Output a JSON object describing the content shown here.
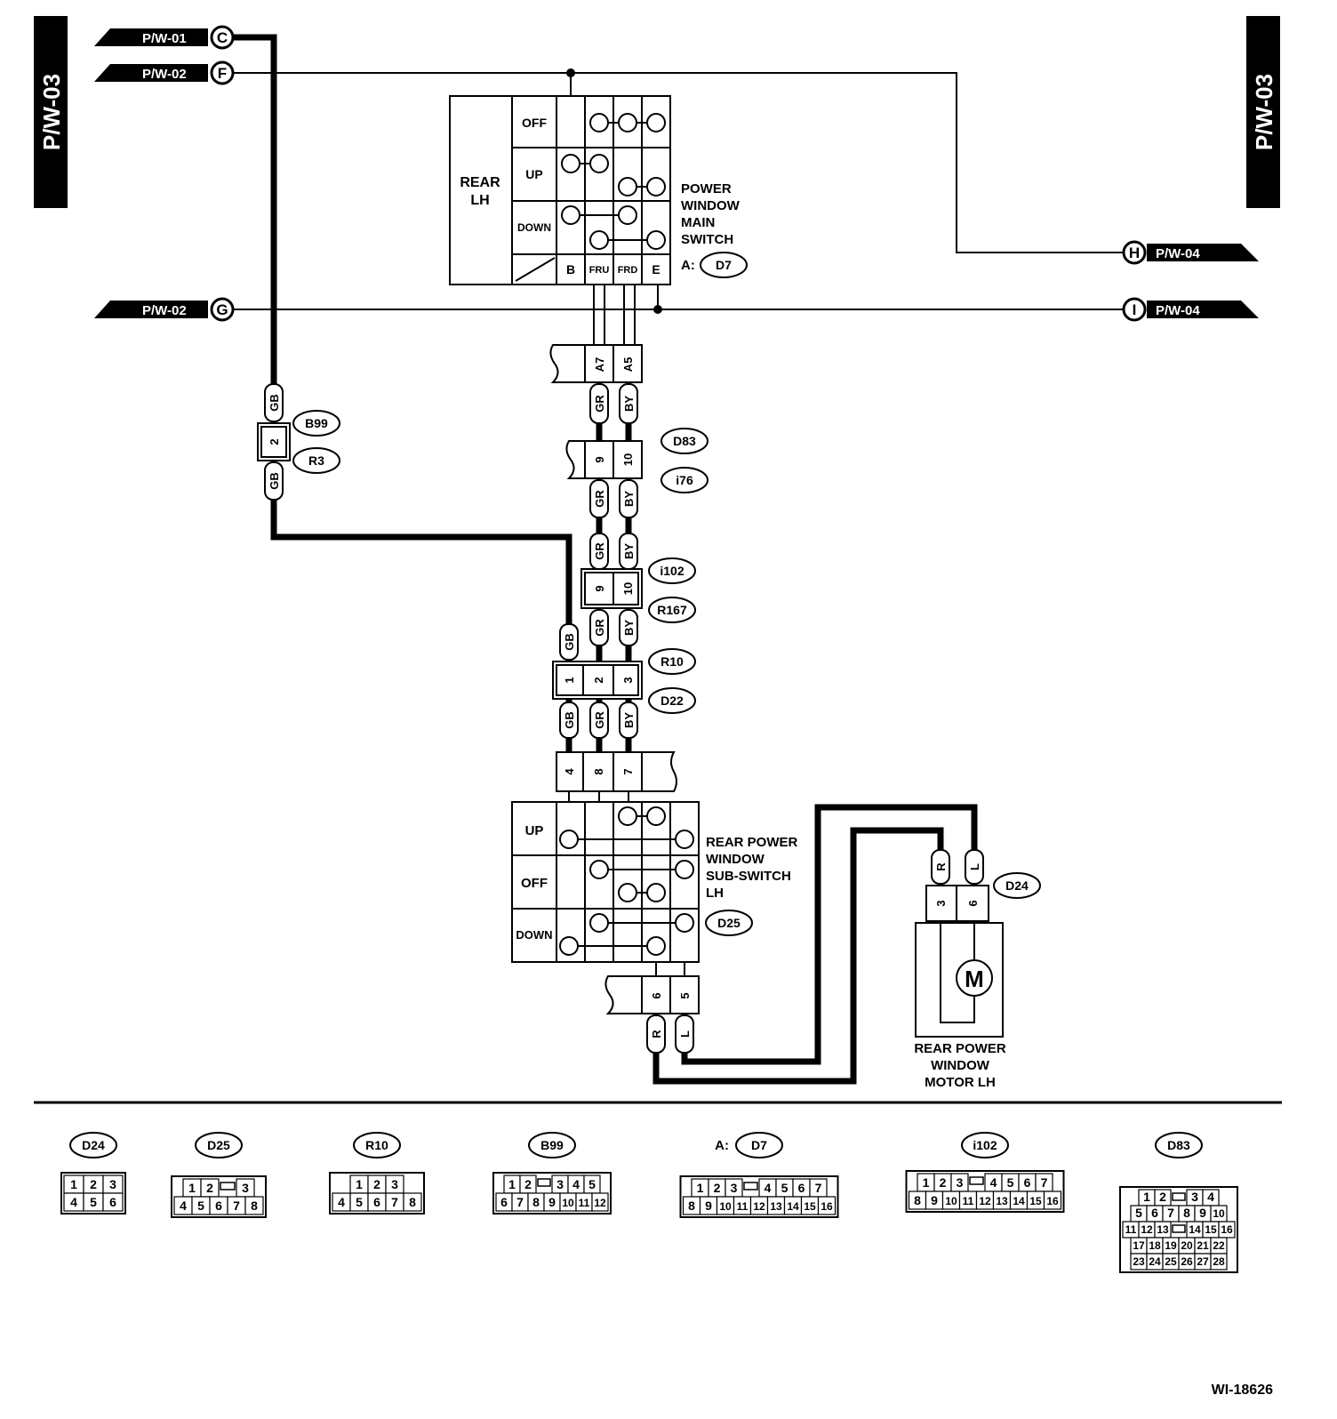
{
  "page": {
    "tab_left": "P/W-03",
    "tab_right": "P/W-03",
    "figure_id": "WI-18626"
  },
  "refs": {
    "c": {
      "code": "P/W-01",
      "letter": "C"
    },
    "f": {
      "code": "P/W-02",
      "letter": "F"
    },
    "g": {
      "code": "P/W-02",
      "letter": "G"
    },
    "h": {
      "code": "P/W-04",
      "letter": "H"
    },
    "i": {
      "code": "P/W-04",
      "letter": "I"
    }
  },
  "main_switch": {
    "side_label_1": "REAR",
    "side_label_2": "LH",
    "positions": [
      "OFF",
      "UP",
      "DOWN"
    ],
    "terminals": [
      "B",
      "FRU",
      "FRD",
      "E"
    ],
    "title_lines": [
      "POWER",
      "WINDOW",
      "MAIN",
      "SWITCH"
    ],
    "conn_prefix": "A:",
    "connector": "D7"
  },
  "sub_switch": {
    "positions": [
      "UP",
      "OFF",
      "DOWN"
    ],
    "title_lines": [
      "REAR POWER",
      "WINDOW",
      "SUB-SWITCH",
      "LH"
    ],
    "connector": "D25"
  },
  "motor": {
    "symbol": "M",
    "title_lines": [
      "REAR POWER",
      "WINDOW",
      "MOTOR LH"
    ],
    "connector": "D24",
    "pins": [
      "3",
      "6"
    ],
    "wires": [
      "R",
      "L"
    ]
  },
  "connectors": {
    "a_pins": [
      "A7",
      "A5"
    ],
    "a_wires": [
      "GR",
      "BY"
    ],
    "d83": "D83",
    "i76": "i76",
    "d83_pins": [
      "9",
      "10"
    ],
    "d83_wires_below": [
      "GR",
      "BY"
    ],
    "i102": "i102",
    "r167": "R167",
    "i102_wires_above": [
      "GR",
      "BY"
    ],
    "i102_pins": [
      "9",
      "10"
    ],
    "i102_wires_below": [
      "GR",
      "BY"
    ],
    "r10": "R10",
    "d22": "D22",
    "r10_wires_above": [
      "GB",
      "GR",
      "BY"
    ],
    "r10_pins": [
      "1",
      "2",
      "3"
    ],
    "r10_wires_below": [
      "GB",
      "GR",
      "BY"
    ],
    "d25_pins_top": [
      "4",
      "8",
      "7"
    ],
    "d25_pins_bottom": [
      "6",
      "5"
    ],
    "d25_wires_bottom": [
      "R",
      "L"
    ],
    "b99": "B99",
    "r3": "R3",
    "b99_pin": "2",
    "b99_wire_above": "GB",
    "b99_wire_below": "GB"
  },
  "legend": [
    {
      "name": "D24",
      "rows": [
        [
          "1",
          "2",
          "3"
        ],
        [
          "4",
          "5",
          "6"
        ]
      ]
    },
    {
      "name": "D25",
      "rows": [
        [
          "1",
          "2",
          "",
          "3"
        ],
        [
          "4",
          "5",
          "6",
          "7",
          "8"
        ]
      ]
    },
    {
      "name": "R10",
      "rows": [
        [
          "1",
          "2",
          "3"
        ],
        [
          "4",
          "5",
          "6",
          "7",
          "8"
        ]
      ]
    },
    {
      "name": "B99",
      "rows": [
        [
          "1",
          "2",
          "",
          "3",
          "4",
          "5"
        ],
        [
          "6",
          "7",
          "8",
          "9",
          "10",
          "11",
          "12"
        ]
      ]
    },
    {
      "name": "D7",
      "prefix": "A:",
      "rows": [
        [
          "1",
          "2",
          "3",
          "",
          "4",
          "5",
          "6",
          "7"
        ],
        [
          "8",
          "9",
          "10",
          "11",
          "12",
          "13",
          "14",
          "15",
          "16"
        ]
      ]
    },
    {
      "name": "i102",
      "rows": [
        [
          "1",
          "2",
          "3",
          "",
          "4",
          "5",
          "6",
          "7"
        ],
        [
          "8",
          "9",
          "10",
          "11",
          "12",
          "13",
          "14",
          "15",
          "16"
        ]
      ]
    },
    {
      "name": "D83",
      "rows": [
        [
          "1",
          "2",
          "",
          "3",
          "4"
        ],
        [
          "5",
          "6",
          "7",
          "8",
          "9",
          "10"
        ],
        [
          "11",
          "12",
          "13",
          "",
          "14",
          "15",
          "16"
        ],
        [
          "17",
          "18",
          "19",
          "20",
          "21",
          "22"
        ],
        [
          "23",
          "24",
          "25",
          "26",
          "27",
          "28"
        ]
      ]
    }
  ]
}
